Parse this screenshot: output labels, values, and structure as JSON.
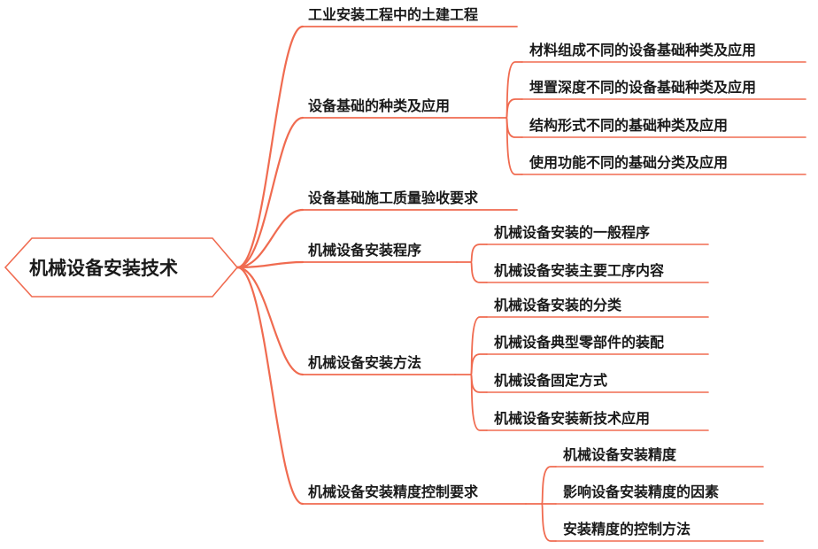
{
  "colors": {
    "line": "#f06b50",
    "root_border": "#f06b50",
    "text": "#1a1a1a",
    "background": "#ffffff"
  },
  "root": {
    "label": "机械设备安装技术"
  },
  "branches": [
    {
      "label": "工业安装工程中的土建工程",
      "children": []
    },
    {
      "label": "设备基础的种类及应用",
      "children": [
        "材料组成不同的设备基础种类及应用",
        "埋置深度不同的设备基础种类及应用",
        "结构形式不同的基础种类及应用",
        "使用功能不同的基础分类及应用"
      ]
    },
    {
      "label": "设备基础施工质量验收要求",
      "children": []
    },
    {
      "label": "机械设备安装程序",
      "children": [
        "机械设备安装的一般程序",
        "机械设备安装主要工序内容"
      ]
    },
    {
      "label": "机械设备安装方法",
      "children": [
        "机械设备安装的分类",
        "机械设备典型零部件的装配",
        "机械设备固定方式",
        "机械设备安装新技术应用"
      ]
    },
    {
      "label": "机械设备安装精度控制要求",
      "children": [
        "机械设备安装精度",
        "影响设备安装精度的因素",
        "安装精度的控制方法"
      ]
    }
  ]
}
